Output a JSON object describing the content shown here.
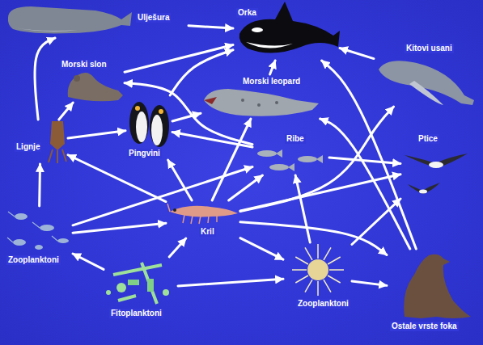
{
  "diagram": {
    "nodes": [
      {
        "text": [
          "Ulješura"
        ]
      },
      {
        "text": [
          "Orka"
        ]
      },
      {
        "text": [
          "Kitovi usani"
        ]
      },
      {
        "text": [
          "Morski slon"
        ]
      },
      {
        "text": [
          "Morski leopard"
        ]
      },
      {
        "text": [
          "Lignje"
        ]
      },
      {
        "text": [
          "Pingvini"
        ]
      },
      {
        "text": [
          "Ribe"
        ]
      },
      {
        "text": [
          "Ptice"
        ]
      },
      {
        "text": [
          "Kril"
        ]
      },
      {
        "text": [
          "Zooplanktoni"
        ]
      },
      {
        "text": [
          "Fitoplanktoni"
        ]
      },
      {
        "text": [
          "Zooplanktoni"
        ]
      },
      {
        "text": [
          "Ostale vrste foka"
        ]
      }
    ],
    "edges": [
      {
        "from": 5,
        "to": 0,
        "arrow": "to"
      },
      {
        "from": 5,
        "to": 3,
        "arrow": "to"
      },
      {
        "from": 5,
        "to": 6,
        "arrow": "to"
      },
      {
        "from": 3,
        "to": 1,
        "arrow": "to"
      },
      {
        "from": 0,
        "to": 1,
        "arrow": "to"
      },
      {
        "from": 6,
        "to": 1,
        "arrow": "to"
      },
      {
        "from": 6,
        "to": 4,
        "arrow": "to"
      },
      {
        "from": 4,
        "to": 1,
        "arrow": "to"
      },
      {
        "from": 2,
        "to": 1,
        "arrow": "to"
      },
      {
        "from": 13,
        "to": 1,
        "arrow": "to"
      },
      {
        "from": 7,
        "to": 3,
        "arrow": "to"
      },
      {
        "from": 7,
        "to": 6,
        "arrow": "to"
      },
      {
        "from": 7,
        "to": 8,
        "arrow": "to"
      },
      {
        "from": 9,
        "to": 5,
        "arrow": "to"
      },
      {
        "from": 9,
        "to": 6,
        "arrow": "to"
      },
      {
        "from": 9,
        "to": 7,
        "arrow": "to"
      },
      {
        "from": 9,
        "to": 4,
        "arrow": "to"
      },
      {
        "from": 9,
        "to": 2,
        "arrow": "to"
      },
      {
        "from": 9,
        "to": 8,
        "arrow": "to"
      },
      {
        "from": 9,
        "to": 13,
        "arrow": "to"
      },
      {
        "from": 9,
        "to": 12,
        "arrow": "to"
      },
      {
        "from": 10,
        "to": 5,
        "arrow": "to"
      },
      {
        "from": 10,
        "to": 9,
        "arrow": "to"
      },
      {
        "from": 10,
        "to": 7,
        "arrow": "to"
      },
      {
        "from": 11,
        "to": 10,
        "arrow": "to"
      },
      {
        "from": 11,
        "to": 9,
        "arrow": "to"
      },
      {
        "from": 11,
        "to": 12,
        "arrow": "to"
      },
      {
        "from": 12,
        "to": 7,
        "arrow": "to"
      },
      {
        "from": 12,
        "to": 8,
        "arrow": "to"
      },
      {
        "from": 12,
        "to": 13,
        "arrow": "to"
      },
      {
        "from": 13,
        "to": 4,
        "arrow": "to"
      }
    ]
  }
}
